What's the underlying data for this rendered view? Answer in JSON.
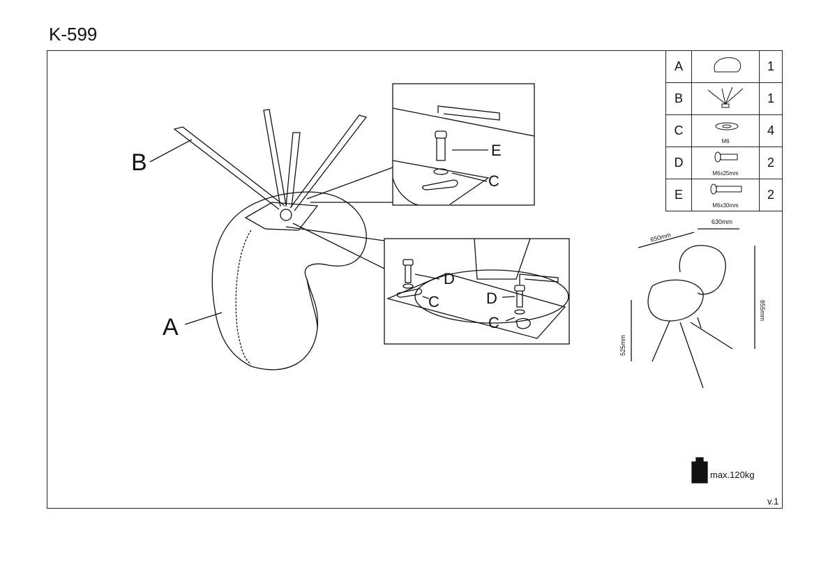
{
  "title": "K-599",
  "version": "v.1",
  "weight_limit": "max.120kg",
  "labels": {
    "A": "A",
    "B": "B",
    "C": "C",
    "D": "D",
    "E": "E"
  },
  "parts": [
    {
      "key": "A",
      "qty": "1",
      "icon": "seat-icon",
      "spec": ""
    },
    {
      "key": "B",
      "qty": "1",
      "icon": "base-legs-icon",
      "spec": ""
    },
    {
      "key": "C",
      "qty": "4",
      "icon": "washer-icon",
      "spec": "M6"
    },
    {
      "key": "D",
      "qty": "2",
      "icon": "bolt-short-icon",
      "spec": "M6x25mm"
    },
    {
      "key": "E",
      "qty": "2",
      "icon": "bolt-long-icon",
      "spec": "M6x30mm"
    }
  ],
  "dimensions": {
    "depth": "650mm",
    "width": "630mm",
    "height": "855mm",
    "seat_height": "525mm"
  }
}
